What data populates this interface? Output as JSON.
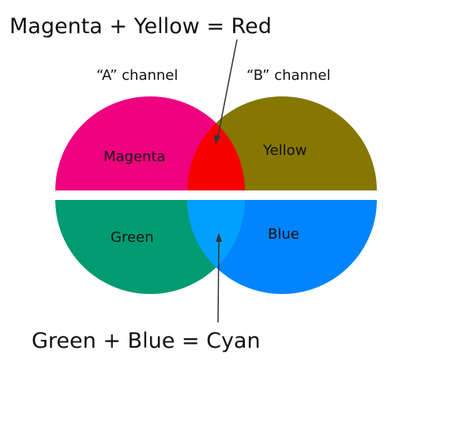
{
  "title_top": "Magenta + Yellow = Red",
  "title_bottom": "Green + Blue = Cyan",
  "channel_a": "“A” channel",
  "channel_b": "“B” channel",
  "regions": {
    "magenta": {
      "label": "Magenta",
      "color": "#ee027e"
    },
    "yellow": {
      "label": "Yellow",
      "color": "#857700"
    },
    "red": {
      "color": "#f70000"
    },
    "green": {
      "label": "Green",
      "color": "#009b72"
    },
    "blue": {
      "label": "Blue",
      "color": "#0084ff"
    },
    "cyan": {
      "color": "#00a0ff"
    }
  }
}
